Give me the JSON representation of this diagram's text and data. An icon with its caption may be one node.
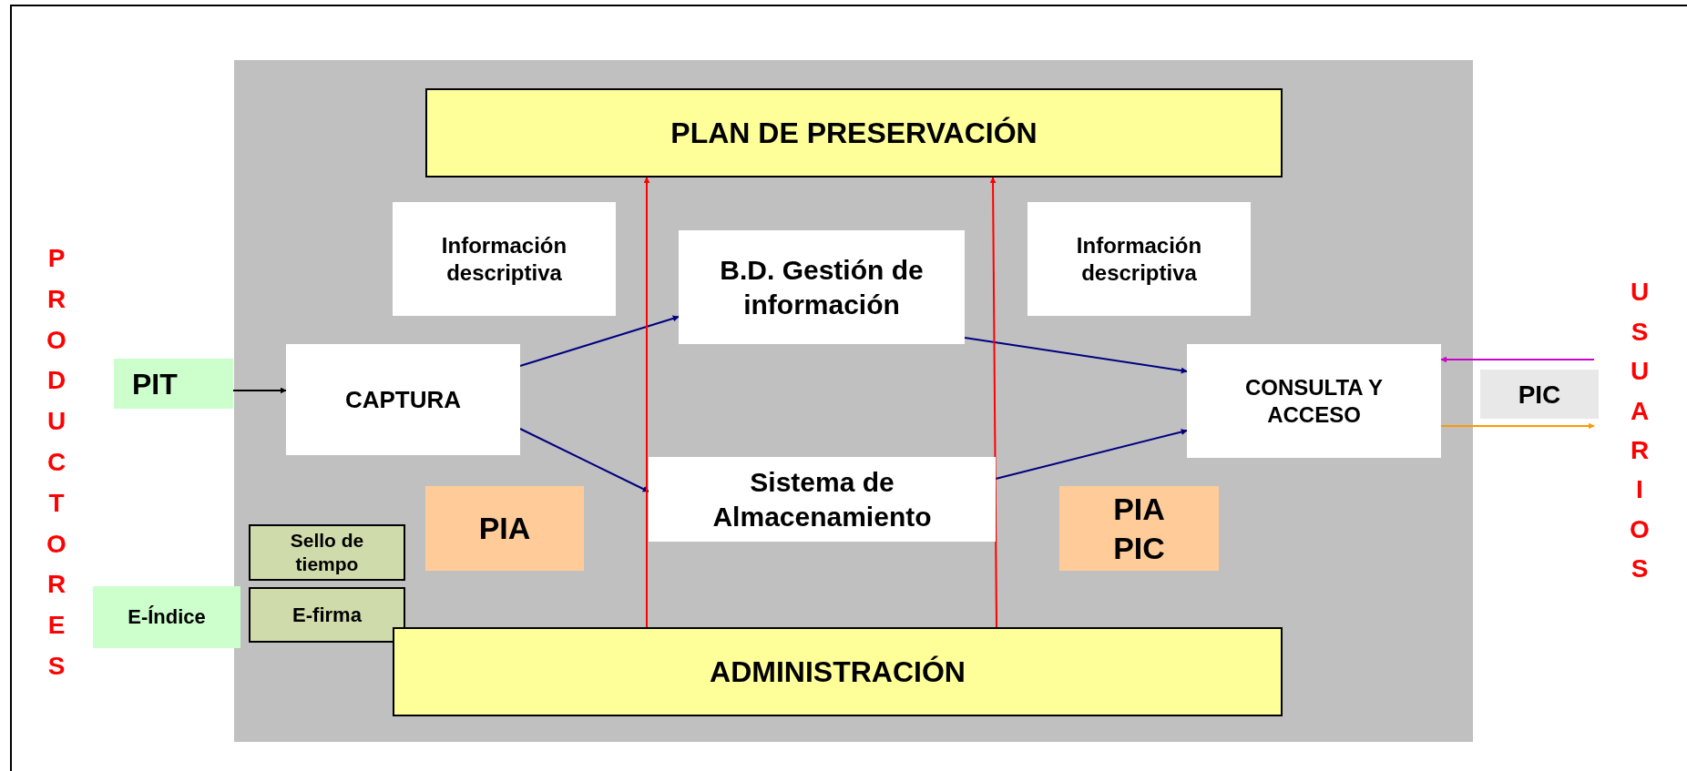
{
  "diagram": {
    "nodes": [
      {
        "text": [
          "PLAN DE PRESERVACIÓN"
        ]
      },
      {
        "text": [
          "Información descriptiva"
        ]
      },
      {
        "text": [
          "B.D. Gestión de información"
        ]
      },
      {
        "text": [
          "Información descriptiva"
        ]
      },
      {
        "text": [
          "PIT"
        ]
      },
      {
        "text": [
          "CAPTURA"
        ]
      },
      {
        "text": [
          "CONSULTA Y ACCESO"
        ]
      },
      {
        "text": [
          "PIC"
        ]
      },
      {
        "text": [
          "Sistema de Almacenamiento"
        ]
      },
      {
        "text": [
          "PIA"
        ]
      },
      {
        "text": [
          "PIA PIC"
        ]
      },
      {
        "text": [
          "Sello de tiempo"
        ]
      },
      {
        "text": [
          "E-Índice"
        ]
      },
      {
        "text": [
          "E-firma"
        ]
      },
      {
        "text": [
          "ADMINISTRACIÓN"
        ]
      },
      {
        "text": [
          "USUARIOS"
        ]
      }
    ],
    "edges": [
      {
        "from": 4,
        "to": 5,
        "arrow": "to",
        "color": "#000000"
      },
      {
        "from": 5,
        "to": 2,
        "arrow": "to"
      },
      {
        "from": 5,
        "to": 8,
        "arrow": "to"
      },
      {
        "from": 2,
        "to": 6,
        "arrow": "to"
      },
      {
        "from": 8,
        "to": 6,
        "arrow": "to"
      },
      {
        "from": 14,
        "to": 0,
        "arrow": "to",
        "color": "#ff0000"
      },
      {
        "from": 14,
        "to": 0,
        "arrow": "to",
        "color": "#ff0000"
      },
      {
        "from": 15,
        "to": 6,
        "arrow": "to",
        "color": "#cc00cc"
      },
      {
        "from": 6,
        "to": 15,
        "arrow": "to",
        "color": "#ff9900"
      }
    ],
    "labels": [
      "PRODUCTORES"
    ]
  }
}
